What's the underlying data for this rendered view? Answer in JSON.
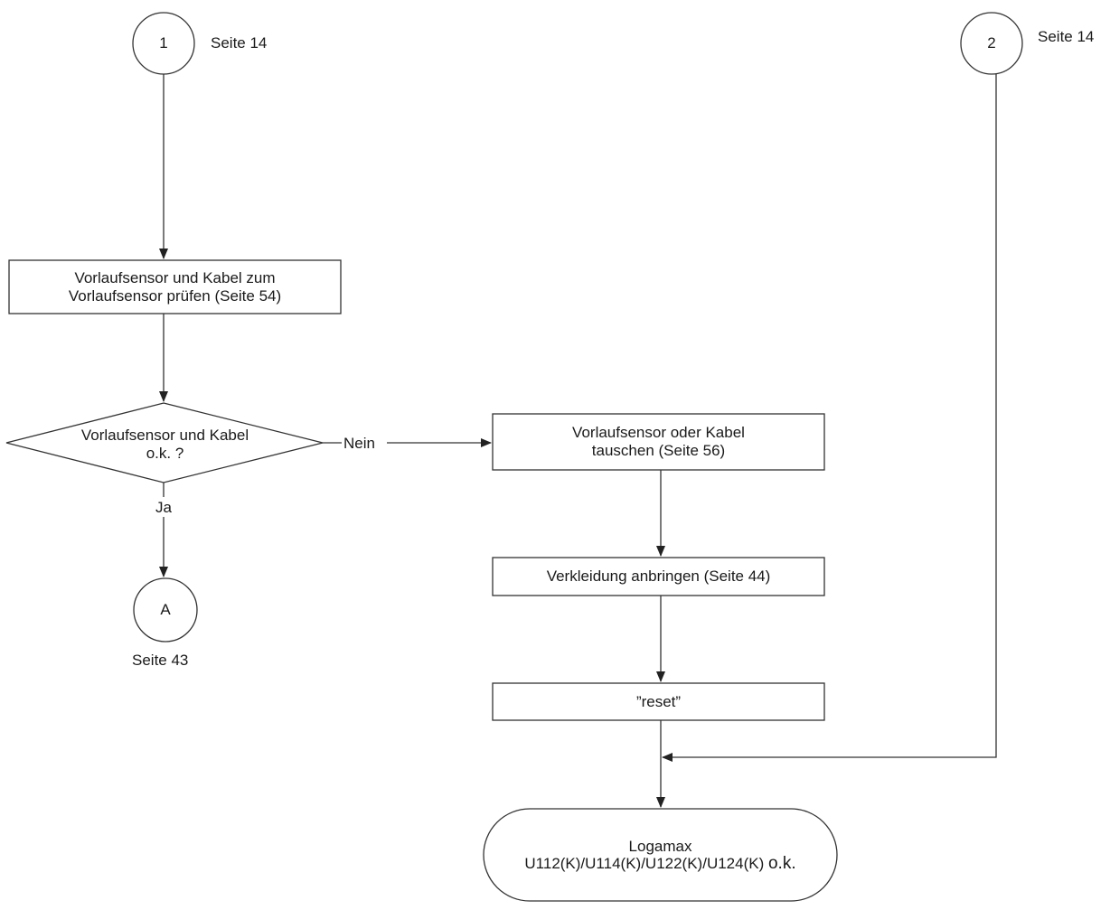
{
  "connectors": {
    "c1": {
      "label": "1",
      "ref": "Seite 14"
    },
    "c2": {
      "label": "2",
      "ref": "Seite 14"
    },
    "cA": {
      "label": "A",
      "ref": "Seite 43"
    }
  },
  "steps": {
    "check_sensor": {
      "line1": "Vorlaufsensor und Kabel zum",
      "line2": "Vorlaufsensor prüfen  (Seite 54)"
    },
    "decision": {
      "line1": "Vorlaufsensor und Kabel",
      "line2": "o.k. ?",
      "no_label": "Nein",
      "yes_label": "Ja"
    },
    "replace": {
      "line1": "Vorlaufsensor oder Kabel",
      "line2": "tauschen  (Seite 56)"
    },
    "cover": {
      "text": "Verkleidung anbringen  (Seite 44)"
    },
    "reset": {
      "text": "”reset”"
    }
  },
  "terminal": {
    "line1": "Logamax",
    "line2": "U112(K)/U114(K)/U122(K)/U124(K)",
    "suffix": "o.k."
  }
}
